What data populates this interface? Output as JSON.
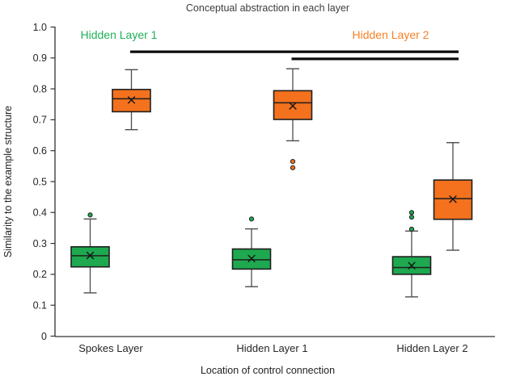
{
  "figure": {
    "title": "Conceptual abstraction in each layer",
    "x_axis_label": "Location of control connection",
    "y_axis_label": "Similarity to the example structure"
  },
  "chart_data": {
    "type": "boxplot",
    "title": "Conceptual abstraction in each layer",
    "xlabel": "Location of control connection",
    "ylabel": "Similarity to the example structure",
    "ylim": [
      0,
      1.0
    ],
    "yticks": [
      0,
      0.1,
      0.2,
      0.3,
      0.4,
      0.5,
      0.6,
      0.7,
      0.8,
      0.9,
      1.0
    ],
    "ytick_labels": [
      "0",
      "0.1",
      "0.2",
      "0.3",
      "0.4",
      "0.5",
      "0.6",
      "0.7",
      "0.8",
      "0.9",
      "1.0"
    ],
    "categories": [
      "Spokes Layer",
      "Hidden Layer 1",
      "Hidden Layer 2"
    ],
    "grid": false,
    "legend_position": "top-inside",
    "series": [
      {
        "name": "Hidden Layer 1",
        "color": "#1ea84f",
        "label_color": "#1fb157",
        "boxes": [
          {
            "whislo": 0.14,
            "q1": 0.224,
            "med": 0.26,
            "mean": 0.261,
            "q3": 0.289,
            "whishi": 0.379,
            "fliers": [
              0.392
            ]
          },
          {
            "whislo": 0.16,
            "q1": 0.217,
            "med": 0.247,
            "mean": 0.251,
            "q3": 0.282,
            "whishi": 0.347,
            "fliers": [
              0.379
            ]
          },
          {
            "whislo": 0.127,
            "q1": 0.2,
            "med": 0.222,
            "mean": 0.228,
            "q3": 0.257,
            "whishi": 0.34,
            "fliers": [
              0.346,
              0.385,
              0.4
            ]
          }
        ]
      },
      {
        "name": "Hidden Layer 2",
        "color": "#f4711d",
        "label_color": "#f87f25",
        "boxes": [
          {
            "whislo": 0.668,
            "q1": 0.726,
            "med": 0.768,
            "mean": 0.764,
            "q3": 0.798,
            "whishi": 0.862,
            "fliers": []
          },
          {
            "whislo": 0.632,
            "q1": 0.701,
            "med": 0.755,
            "mean": 0.745,
            "q3": 0.794,
            "whishi": 0.865,
            "fliers": [
              0.565,
              0.545
            ]
          },
          {
            "whislo": 0.278,
            "q1": 0.378,
            "med": 0.445,
            "mean": 0.443,
            "q3": 0.505,
            "whishi": 0.626,
            "fliers": []
          }
        ]
      }
    ],
    "significance_bars": [
      {
        "series": "Hidden Layer 2",
        "from_category": "Spokes Layer",
        "to_category": "Hidden Layer 2",
        "y": 0.92
      },
      {
        "series": "Hidden Layer 2",
        "from_category": "Hidden Layer 1",
        "to_category": "Hidden Layer 2",
        "y": 0.897
      }
    ]
  },
  "colors": {
    "background": "#ffffff",
    "axis": "#333333",
    "whisker": "#4d4d4d",
    "box_edge": "#1f1f1f",
    "mean_marker": "#141414",
    "significance_bar": "#0a0a0a"
  }
}
